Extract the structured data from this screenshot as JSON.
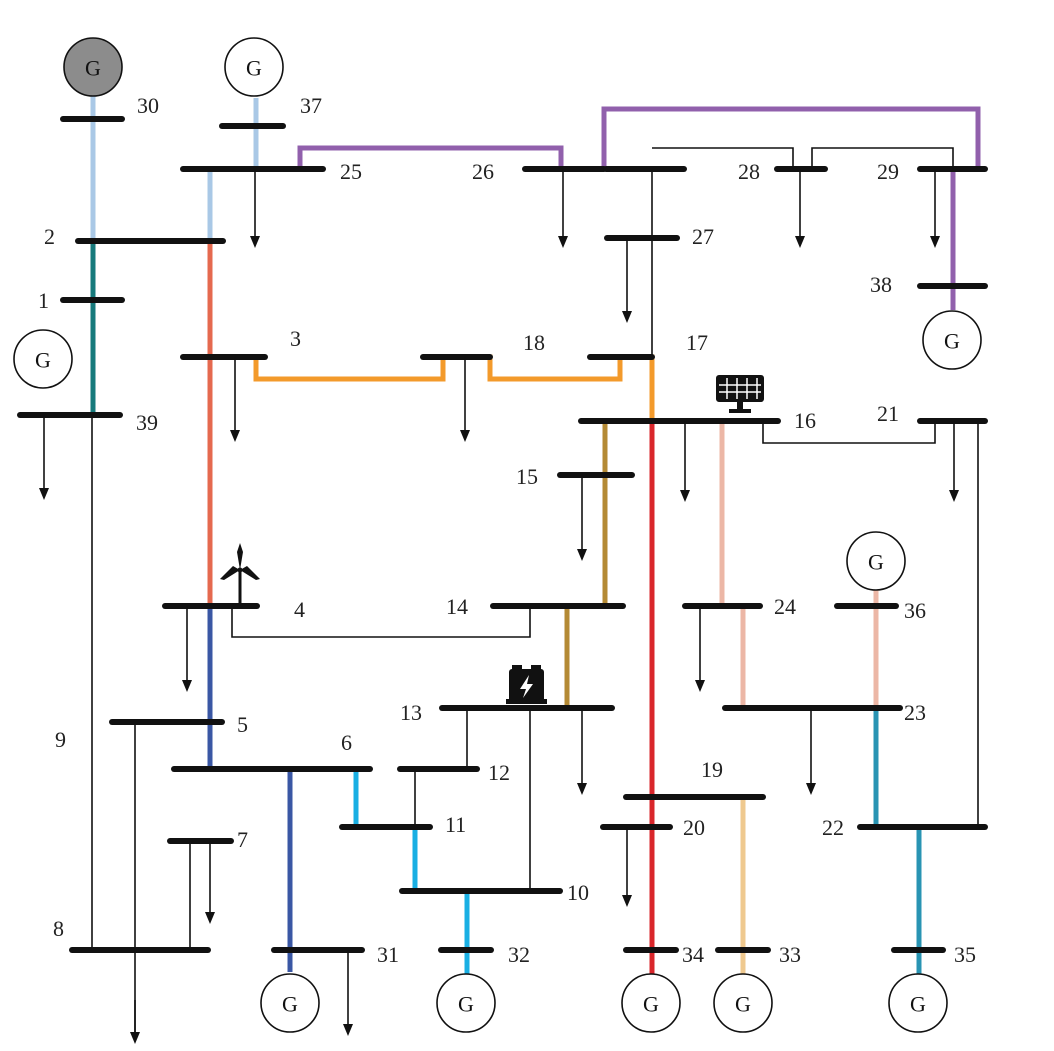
{
  "buses": {
    "b1": "1",
    "b2": "2",
    "b3": "3",
    "b4": "4",
    "b5": "5",
    "b6": "6",
    "b7": "7",
    "b8": "8",
    "b9": "9",
    "b10": "10",
    "b11": "11",
    "b12": "12",
    "b13": "13",
    "b14": "14",
    "b15": "15",
    "b16": "16",
    "b17": "17",
    "b18": "18",
    "b19": "19",
    "b20": "20",
    "b21": "21",
    "b22": "22",
    "b23": "23",
    "b24": "24",
    "b25": "25",
    "b26": "26",
    "b27": "27",
    "b28": "28",
    "b29": "29",
    "b30": "30",
    "b31": "31",
    "b32": "32",
    "b33": "33",
    "b34": "34",
    "b35": "35",
    "b36": "36",
    "b37": "37",
    "b38": "38",
    "b39": "39"
  },
  "generator_label": "G",
  "icons": {
    "wind": "wind-turbine-icon",
    "solar": "solar-panel-icon",
    "battery": "battery-storage-icon",
    "load": "load-arrow-icon"
  },
  "colors": {
    "line": "#111111",
    "light_blue": "#a9c8e6",
    "teal": "#177a7c",
    "purple": "#9160ac",
    "orange_red": "#e5694f",
    "orange": "#f39a2b",
    "navy": "#3a57a4",
    "cyan": "#19afe3",
    "gold": "#b48a35",
    "red": "#d9262b",
    "peach": "#ecb7a6",
    "sand": "#efc98f",
    "steel": "#2994b3",
    "gen_gray": "#8c8c8c"
  }
}
